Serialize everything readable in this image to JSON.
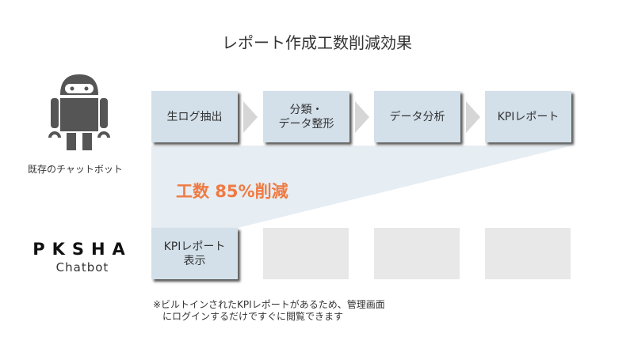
{
  "title": "レポート作成工数削減効果",
  "existing_bot": {
    "label": "既存のチャットボット",
    "icon": "robot-icon"
  },
  "steps": [
    "生ログ抽出",
    "分類・\nデータ整形",
    "データ分析",
    "KPIレポート"
  ],
  "reduction": "工数 85%削減",
  "pksha": {
    "logo_text": "PKSHA",
    "subtitle": "Chatbot",
    "step": "KPIレポート\n表示"
  },
  "note": [
    "※ビルトインされたKPIレポートがあるため、管理画面",
    "にログインするだけですぐに閲覧できます"
  ],
  "colors": {
    "box": "#d3e0ea",
    "accent": "#ef7a42",
    "empty": "#e8e8e8",
    "band": "#e6edf3"
  }
}
